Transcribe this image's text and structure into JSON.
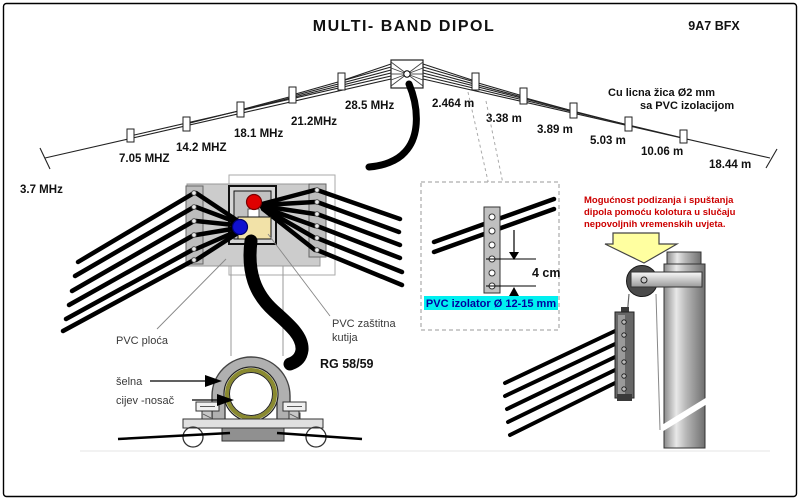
{
  "header": {
    "title": "MULTI- BAND DIPOL",
    "callsign": "9A7 BFX"
  },
  "antenna": {
    "bands_left": [
      "28.5 MHz",
      "21.2MHz",
      "18.1 MHz",
      "14.2 MHZ",
      "7.05 MHZ",
      "3.7 MHz"
    ],
    "lengths_right": [
      "2.464 m",
      "3.38 m",
      "3.89 m",
      "5.03 m",
      "10.06 m",
      "18.44 m"
    ],
    "wire_note_line1": "Cu licna žica Ø2 mm",
    "wire_note_line2": "sa PVC izolacijom"
  },
  "feed_detail": {
    "plate_label": "PVC ploća",
    "box_label_line1": "PVC  zaštitna",
    "box_label_line2": "kutija",
    "coax_label": "RG 58/59",
    "clamp_label": "šelna",
    "pipe_label": "cijev -nosač"
  },
  "insulator_detail": {
    "dim_label": "4 cm",
    "caption": "PVC izolator Ø 12-15 mm"
  },
  "hoist_note": {
    "line1": "Mogućnost podizanja i spuštanja",
    "line2": "dipola pomoću kolotura  u slučaju",
    "line3": "nepovoljnih vremenskih uvjeta."
  },
  "colors": {
    "note_red": "#cc0000",
    "caption_cyan": "#00f0f0",
    "caption_navy": "#0000a0",
    "arrow_yellow": "#ffffa0",
    "post_red": "#e00000",
    "post_blue": "#1010d0",
    "terminal_tan": "#f2e2a8"
  }
}
